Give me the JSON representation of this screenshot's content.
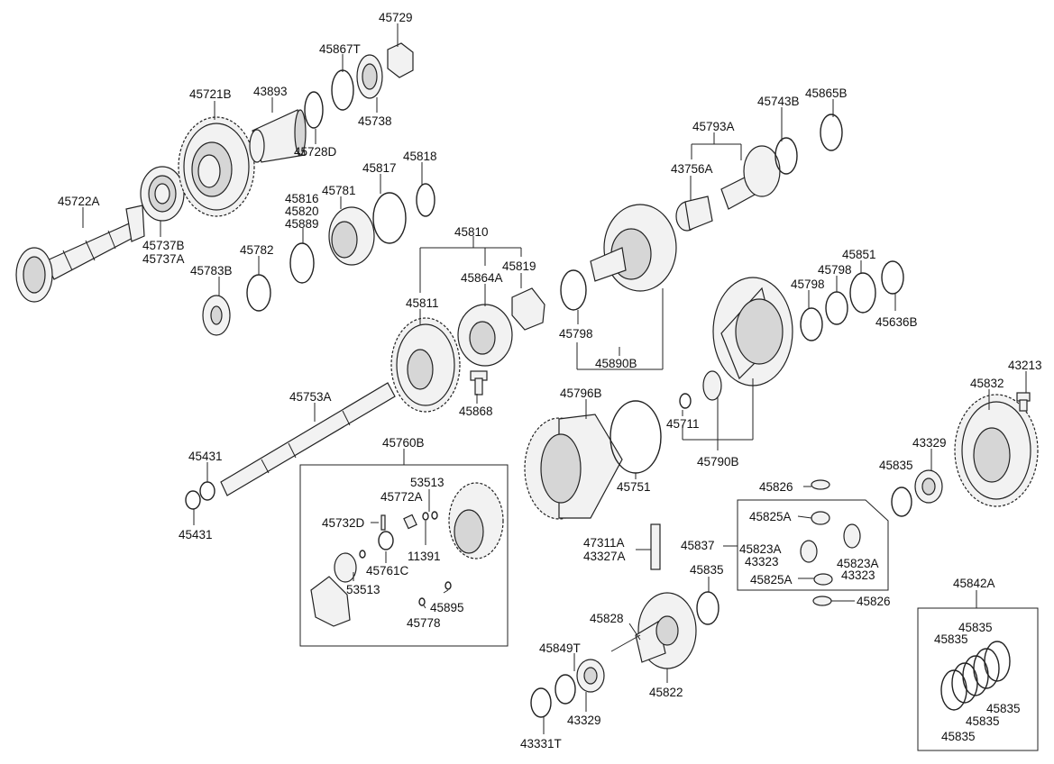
{
  "labels": {
    "l45729": "45729",
    "l45867T": "45867T",
    "l45721B": "45721B",
    "l43893": "43893",
    "l45738": "45738",
    "l45728D": "45728D",
    "l45793A": "45793A",
    "l45743B": "45743B",
    "l45865B": "45865B",
    "l45817": "45817",
    "l45818": "45818",
    "l43756A": "43756A",
    "l45781": "45781",
    "l45816": "45816",
    "l45820": "45820",
    "l45889": "45889",
    "l45722A": "45722A",
    "l45737B": "45737B",
    "l45737A": "45737A",
    "l45810": "45810",
    "l45782": "45782",
    "l45851": "45851",
    "l45819": "45819",
    "l45864A": "45864A",
    "l45798a": "45798",
    "l45798b": "45798",
    "l45783B": "45783B",
    "l45811": "45811",
    "l45636B": "45636B",
    "l45798c": "45798",
    "l45890B": "45890B",
    "l43213": "43213",
    "l45796B": "45796B",
    "l45753A": "45753A",
    "l45832": "45832",
    "l45868": "45868",
    "l45711": "45711",
    "l45760B": "45760B",
    "l45790B": "45790B",
    "l43329a": "43329",
    "l45431a": "45431",
    "l53513a": "53513",
    "l45835a": "45835",
    "l45751": "45751",
    "l45772A": "45772A",
    "l45826a": "45826",
    "l45431b": "45431",
    "l45732D": "45732D",
    "l45825Aa": "45825A",
    "l47311A": "47311A",
    "l45837": "45837",
    "l45823Aa": "45823A",
    "l11391": "11391",
    "l43327A": "43327A",
    "l43323a": "43323",
    "l45823Ab": "45823A",
    "l45761C": "45761C",
    "l45835b": "45835",
    "l43323b": "43323",
    "l53513b": "53513",
    "l45825Ab": "45825A",
    "l45842A": "45842A",
    "l45895": "45895",
    "l45826b": "45826",
    "l45828": "45828",
    "l45778": "45778",
    "l45835c": "45835",
    "l45835d": "45835",
    "l45849T": "45849T",
    "l45822": "45822",
    "l45835e": "45835",
    "l43329b": "43329",
    "l45835f": "45835",
    "l45835g": "45835",
    "l43331T": "43331T"
  }
}
